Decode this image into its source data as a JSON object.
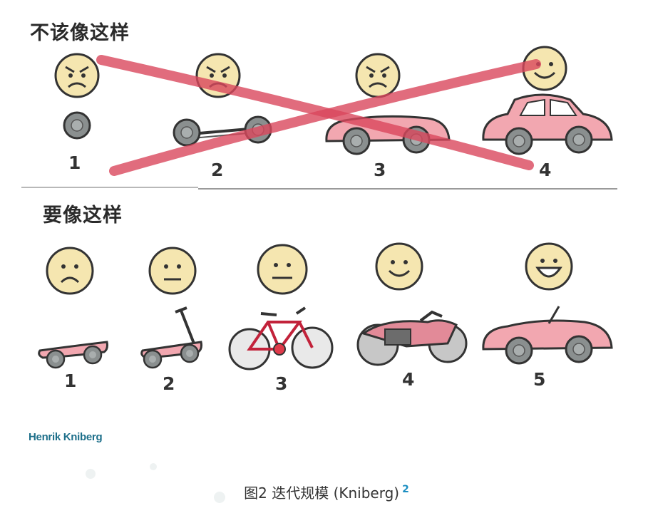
{
  "top": {
    "heading": "不该像这样",
    "labels": [
      "1",
      "2",
      "3",
      "4"
    ]
  },
  "bottom": {
    "heading": "要像这样",
    "labels": [
      "1",
      "2",
      "3",
      "4",
      "5"
    ]
  },
  "author": "Henrik Kniberg",
  "caption": {
    "text": "图2 迭代规模 (Kniberg)",
    "ref": "2"
  },
  "colors": {
    "face": "#f5e6b0",
    "vehicle_pink": "#f2a7b0",
    "cross_red": "#d9475c",
    "wheel_gray": "#8a8f8f",
    "author_blue": "#1d6f8a",
    "ref_blue": "#1d8fc2"
  }
}
